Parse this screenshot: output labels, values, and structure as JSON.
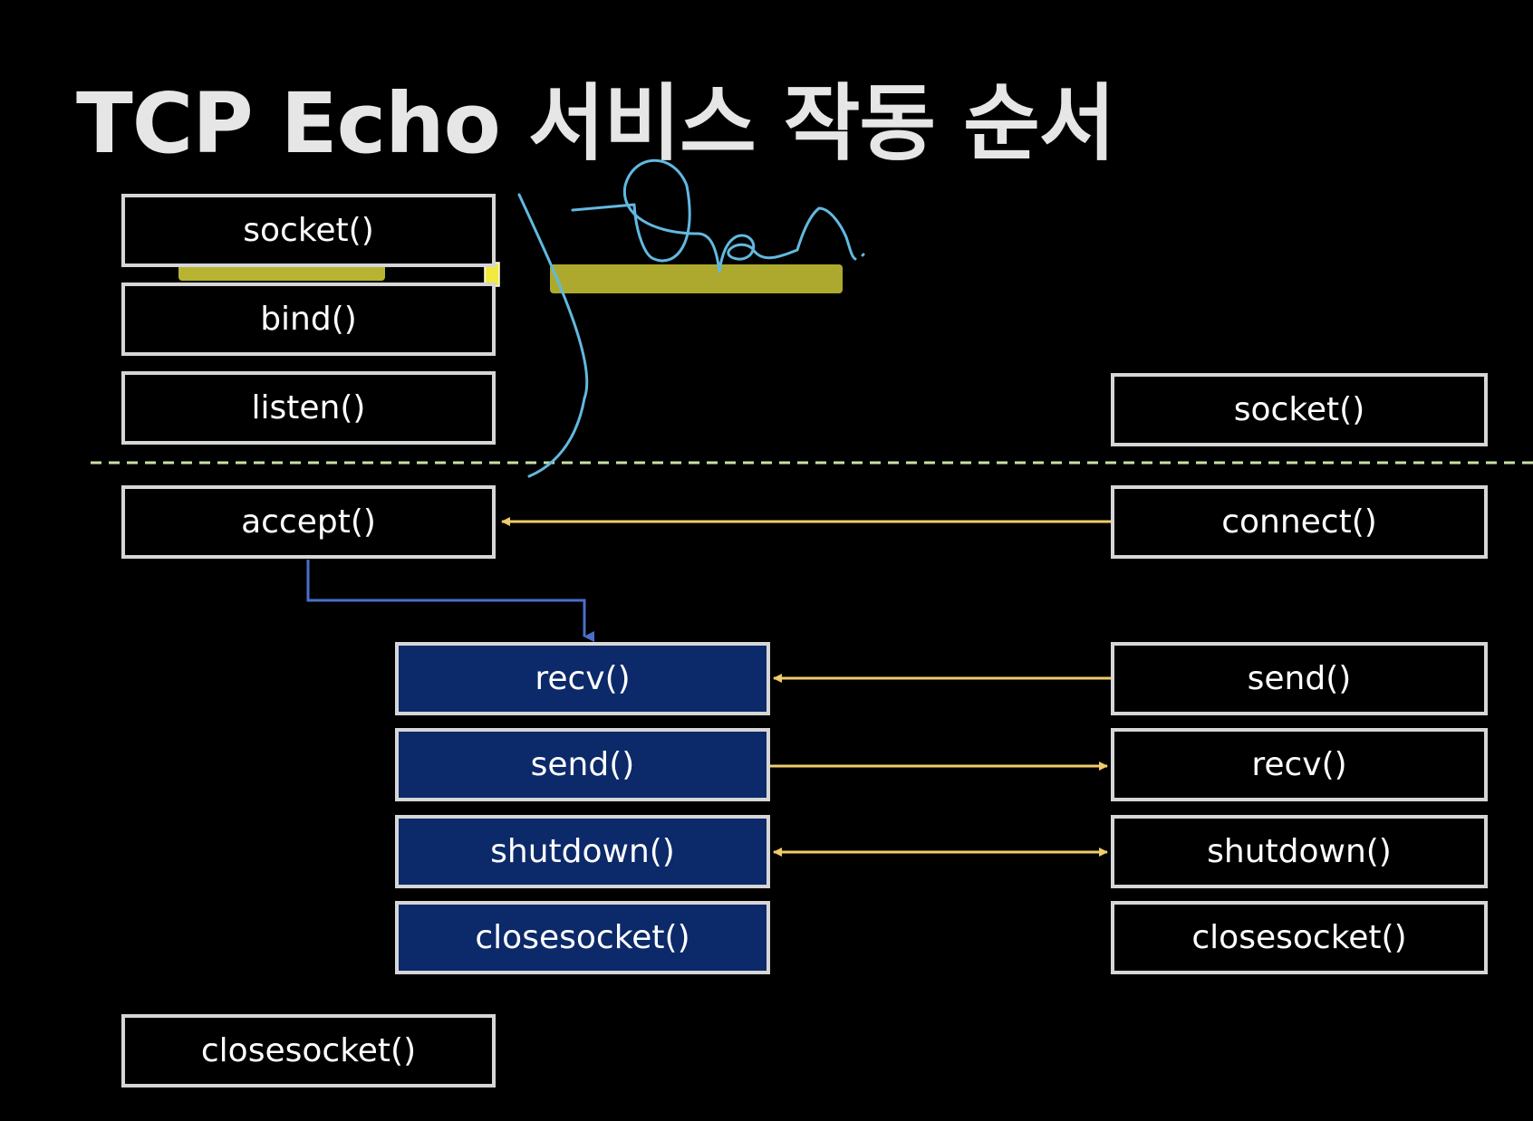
{
  "title": "TCP Echo 서비스 작동 순서",
  "server": {
    "setup": [
      "socket()",
      "bind()",
      "listen()"
    ],
    "accept": "accept()",
    "loop": [
      "recv()",
      "send()",
      "shutdown()",
      "closesocket()"
    ],
    "final_close": "closesocket()"
  },
  "client": {
    "socket": "socket()",
    "connect": "connect()",
    "loop": [
      "send()",
      "recv()",
      "shutdown()",
      "closesocket()"
    ]
  },
  "annotation": {
    "handwritten_text": "Popen"
  },
  "colors": {
    "background": "#000000",
    "box_border": "#d6d6d6",
    "server_loop_fill": "#0c2a6a",
    "arrow": "#f0cd6a",
    "accept_arrow": "#4a6fc8",
    "divider": "#c9e0a8",
    "highlighter": "#d8d33a",
    "handwriting": "#62b9e0"
  }
}
